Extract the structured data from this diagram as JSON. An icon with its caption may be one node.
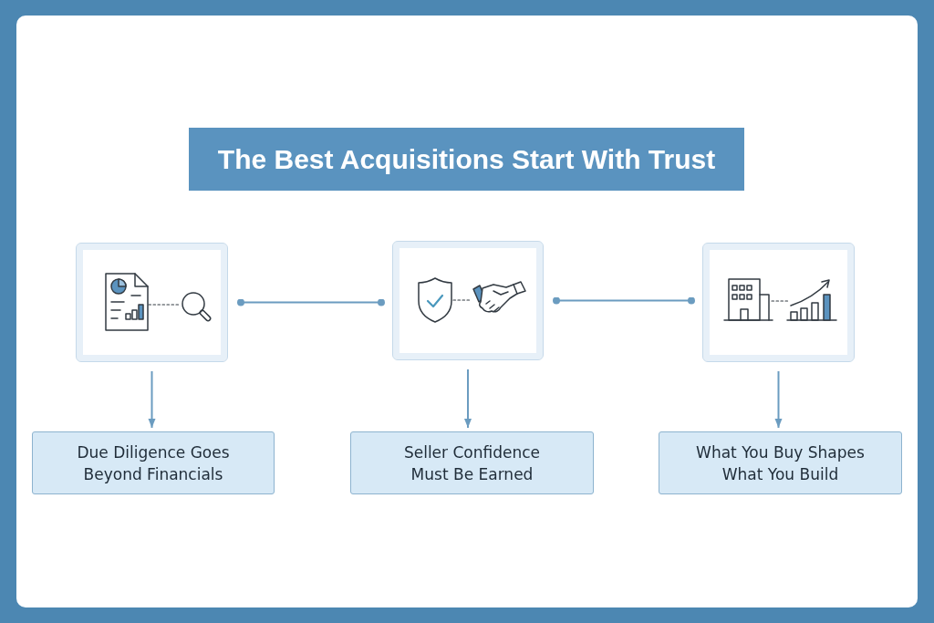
{
  "diagram": {
    "title": "The Best Acquisitions Start With Trust",
    "nodes": [
      {
        "text": [],
        "shape": "picture"
      },
      {
        "text": [],
        "shape": "picture"
      },
      {
        "text": [],
        "shape": "picture"
      },
      {
        "text": [
          "Due Diligence Goes Beyond Financials"
        ]
      },
      {
        "text": [
          "Seller Confidence Must Be Earned"
        ]
      },
      {
        "text": [
          "What You Buy Shapes What You Build"
        ]
      }
    ],
    "edges": [
      {
        "from": 0,
        "to": 1,
        "arrow": "other"
      },
      {
        "from": 1,
        "to": 2,
        "arrow": "other"
      },
      {
        "from": 0,
        "to": 3,
        "arrow": "to"
      },
      {
        "from": 1,
        "to": 4,
        "arrow": "to"
      },
      {
        "from": 2,
        "to": 5,
        "arrow": "to"
      }
    ]
  }
}
